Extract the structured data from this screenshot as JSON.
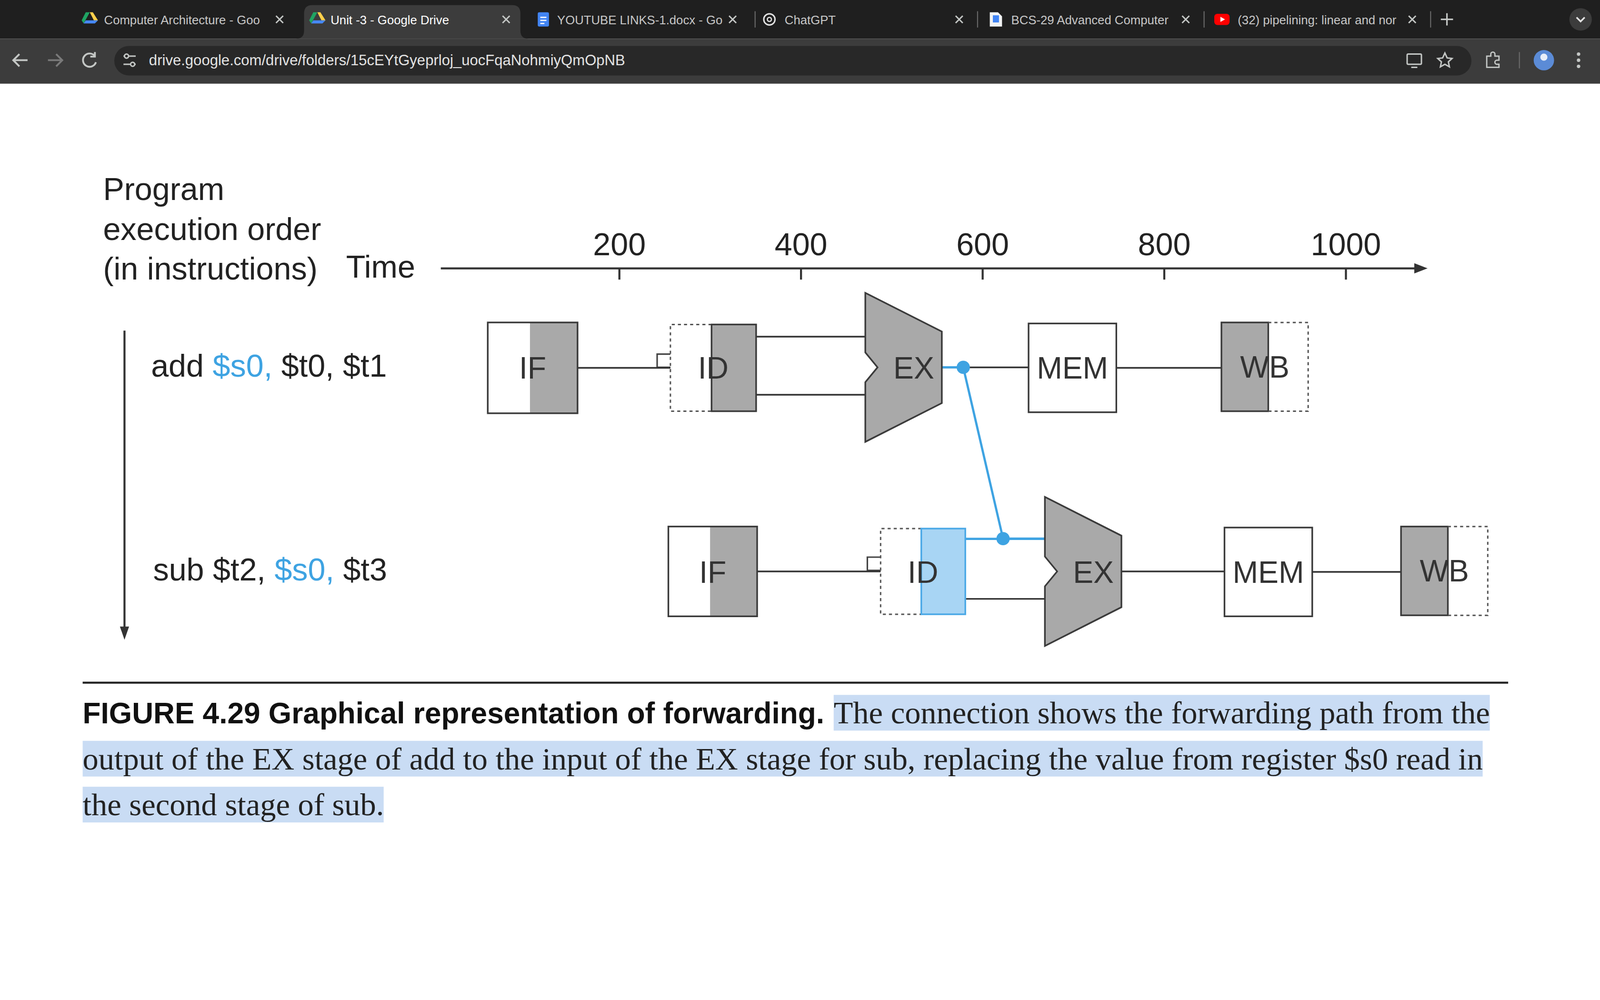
{
  "diagram": {
    "caption": "FIGURE 4.29 Graphical representation of forwarding.",
    "nodes": [
      {
        "text": [
          "IF"
        ]
      },
      {
        "text": [
          "ID"
        ]
      },
      {
        "text": [
          "EX"
        ]
      },
      {
        "text": [
          "MEM"
        ]
      },
      {
        "text": [
          "WB"
        ]
      },
      {
        "text": [
          "IF"
        ]
      },
      {
        "text": [
          "ID"
        ]
      },
      {
        "text": [
          "EX"
        ]
      },
      {
        "text": [
          "MEM"
        ]
      },
      {
        "text": [
          "WB"
        ]
      }
    ],
    "edges": [
      {
        "from": 0,
        "to": 1,
        "arrow": "none"
      },
      {
        "from": 1,
        "to": 2,
        "arrow": "none"
      },
      {
        "from": 1,
        "to": 2,
        "arrow": "none"
      },
      {
        "from": 2,
        "to": 3,
        "arrow": "none"
      },
      {
        "from": 3,
        "to": 4,
        "arrow": "none"
      },
      {
        "from": 5,
        "to": 6,
        "arrow": "none"
      },
      {
        "from": 6,
        "to": 7,
        "arrow": "none"
      },
      {
        "from": 6,
        "to": 7,
        "arrow": "none"
      },
      {
        "from": 7,
        "to": 8,
        "arrow": "none"
      },
      {
        "from": 8,
        "to": 9,
        "arrow": "none"
      },
      {
        "from": 2,
        "to": 7,
        "arrow": "none"
      }
    ],
    "labels": [
      "Computer Architecture - Goo",
      "Unit -3 - Google Drive",
      "YOUTUBE LINKS-1.docx - Go",
      "ChatGPT",
      "BCS-29 Advanced Computer",
      "(32) pipelining: linear and nor",
      "drive.google.com/drive/folders/15cEYtGyeprloj_uocFqaNohmiyQmOpNB",
      "Program execution order (in instructions)",
      "Time",
      "200",
      "400",
      "600",
      "800",
      "1000",
      "add",
      "$s0,",
      "$t0, $t1",
      "sub $t2,",
      "$s0,",
      "$t3",
      "The connection shows the forwarding path from the output of the EX stage of add to the input of the EX stage for sub, replacing the value from register $s0 read in the second stage of sub."
    ]
  }
}
